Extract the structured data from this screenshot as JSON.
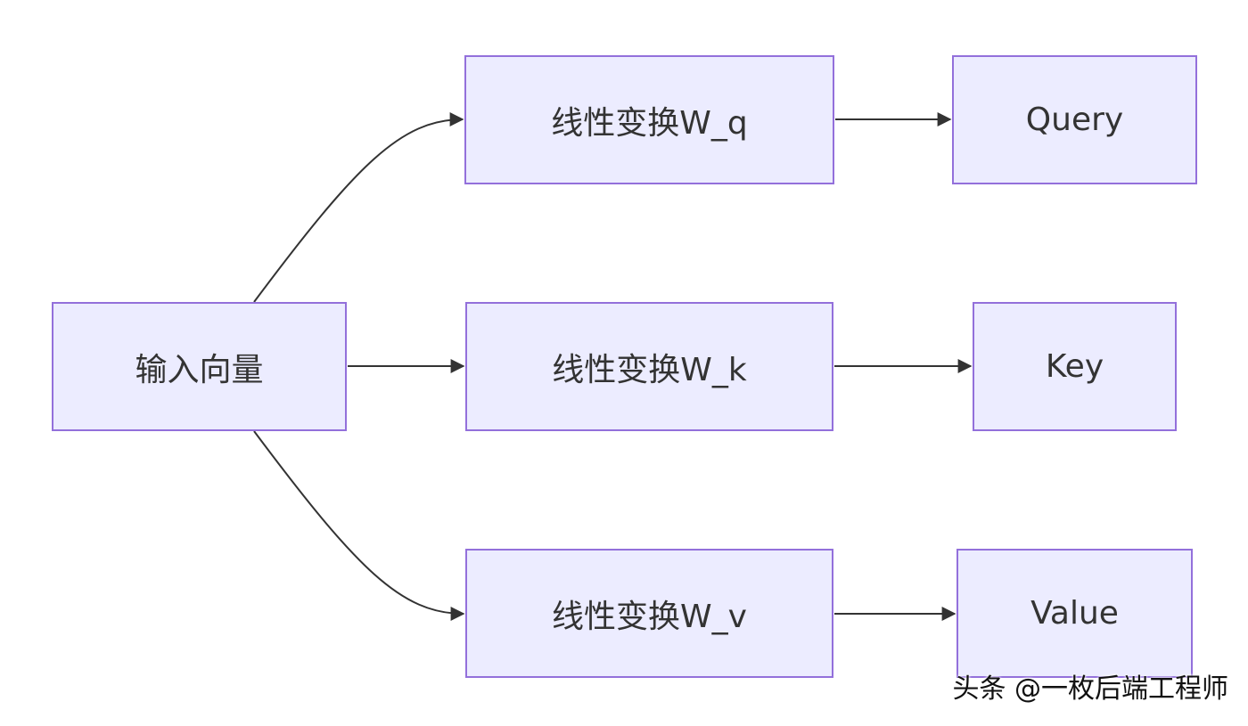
{
  "nodes": {
    "input": "输入向量",
    "wq": "线性变换W_q",
    "wk": "线性变换W_k",
    "wv": "线性变换W_v",
    "query": "Query",
    "key": "Key",
    "value": "Value"
  },
  "colors": {
    "node_fill": "#ececff",
    "node_border": "#9370db",
    "edge": "#333333",
    "text": "#333333"
  },
  "watermark": "头条 @一枚后端工程师"
}
